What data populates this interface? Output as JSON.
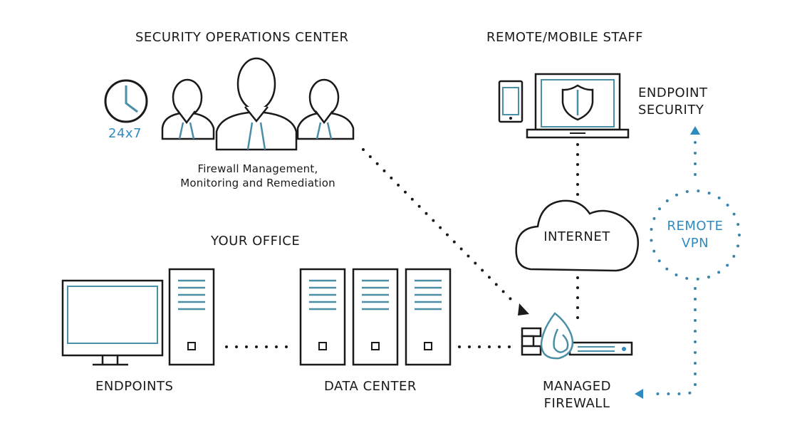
{
  "sections": {
    "soc_title": "SECURITY OPERATIONS CENTER",
    "remote_title": "REMOTE/MOBILE STAFF",
    "office_title": "YOUR OFFICE"
  },
  "soc": {
    "availability": "24x7",
    "description_line1": "Firewall Management,",
    "description_line2": "Monitoring and Remediation"
  },
  "nodes": {
    "endpoint_security_line1": "ENDPOINT",
    "endpoint_security_line2": "SECURITY",
    "internet": "INTERNET",
    "remote_vpn_line1": "REMOTE",
    "remote_vpn_line2": "VPN",
    "endpoints": "ENDPOINTS",
    "data_center": "DATA CENTER",
    "managed_firewall_line1": "MANAGED",
    "managed_firewall_line2": "FIREWALL"
  },
  "icons": [
    "clock-icon",
    "person-icon",
    "mobile-phone-icon",
    "laptop-icon",
    "shield-icon",
    "cloud-icon",
    "monitor-icon",
    "server-tower-icon",
    "firewall-appliance-icon",
    "flame-icon"
  ],
  "colors": {
    "accent": "#2f8bbf",
    "stroke": "#1a1a1a",
    "line_accent": "#4a8fa6"
  }
}
